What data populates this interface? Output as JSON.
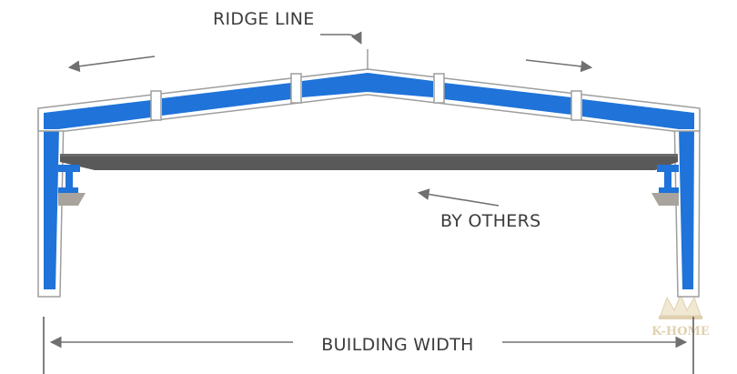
{
  "labels": {
    "ridge_line": "RIDGE LINE",
    "by_others": "BY OTHERS",
    "building_width": "BUILDING WIDTH"
  },
  "watermark": {
    "text": "K-HOME"
  },
  "colors": {
    "frame_fill": "#1f73d9",
    "frame_outline": "#9e9e9e",
    "crane_beam": "#595959",
    "bracket": "#a8a39c",
    "arrow": "#707070",
    "text": "#3c3c3c",
    "watermark": "#c8aa6e"
  }
}
